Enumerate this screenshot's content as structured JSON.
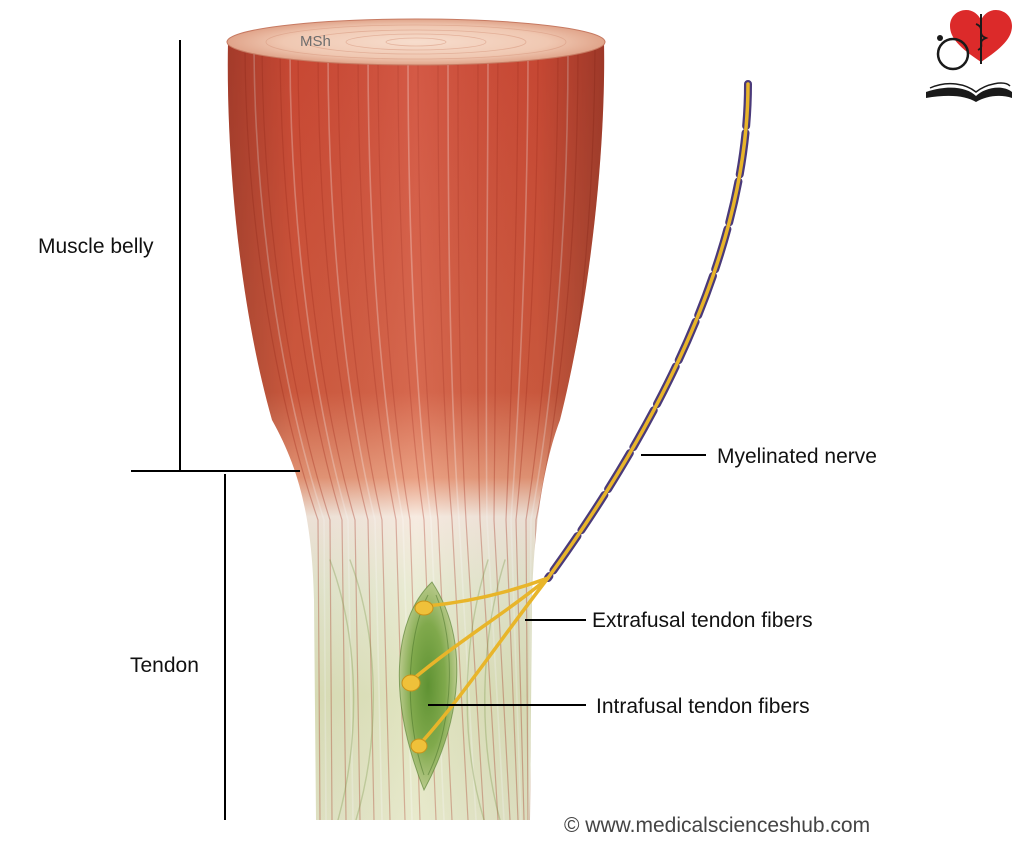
{
  "labels": {
    "muscle_belly": "Muscle belly",
    "tendon": "Tendon",
    "myelinated_nerve": "Myelinated nerve",
    "extrafusal": "Extrafusal tendon fibers",
    "intrafusal": "Intrafusal tendon fibers"
  },
  "artist_signature": "MSh",
  "credit": "© www.medicalscienceshub.com",
  "colors": {
    "muscle": "#d2583f",
    "muscle_light": "#f0b08e",
    "tendon": "#e2e4c4",
    "tendon_green": "#7aa047",
    "nerve_axon": "#e8b52a",
    "myelin": "#5a4a8c",
    "logo_heart": "#dc2a2a"
  },
  "icons": [
    "logo-heart-stethoscope-book-icon"
  ]
}
